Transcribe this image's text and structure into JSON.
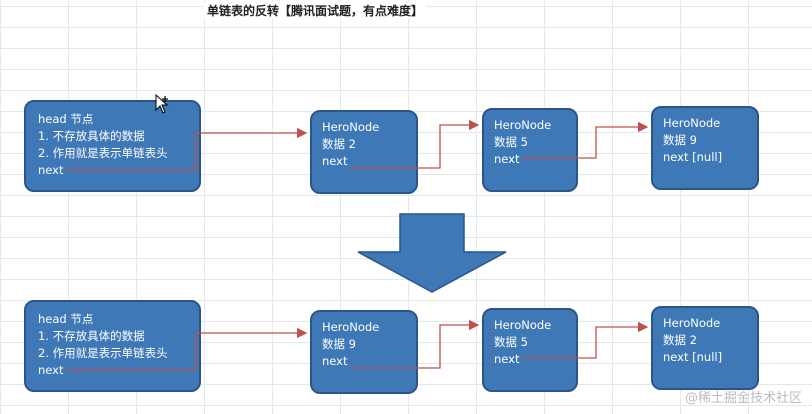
{
  "title": "单链表的反转【腾讯面试题，有点难度】",
  "before": {
    "head": {
      "line1": "head 节点",
      "line2": "1. 不存放具体的数据",
      "line3": "2. 作用就是表示单链表头",
      "line4": "next"
    },
    "nodes": [
      {
        "name": "HeroNode",
        "data": "数据 2",
        "next": "next"
      },
      {
        "name": "HeroNode",
        "data": "数据 5",
        "next": "next"
      },
      {
        "name": "HeroNode",
        "data": "数据 9",
        "next": "next [null]"
      }
    ]
  },
  "after": {
    "head": {
      "line1": "head 节点",
      "line2": "1. 不存放具体的数据",
      "line3": "2. 作用就是表示单链表头",
      "line4": "next"
    },
    "nodes": [
      {
        "name": "HeroNode",
        "data": "数据 9",
        "next": "next"
      },
      {
        "name": "HeroNode",
        "data": "数据 5",
        "next": "next"
      },
      {
        "name": "HeroNode",
        "data": "数据 2",
        "next": "next [null]"
      }
    ]
  },
  "watermark": "@稀土掘金技术社区",
  "colors": {
    "node_fill": "#3f78b7",
    "node_border": "#2a5687",
    "pointer_line": "#c0504d",
    "big_arrow": "#3f78b7"
  }
}
